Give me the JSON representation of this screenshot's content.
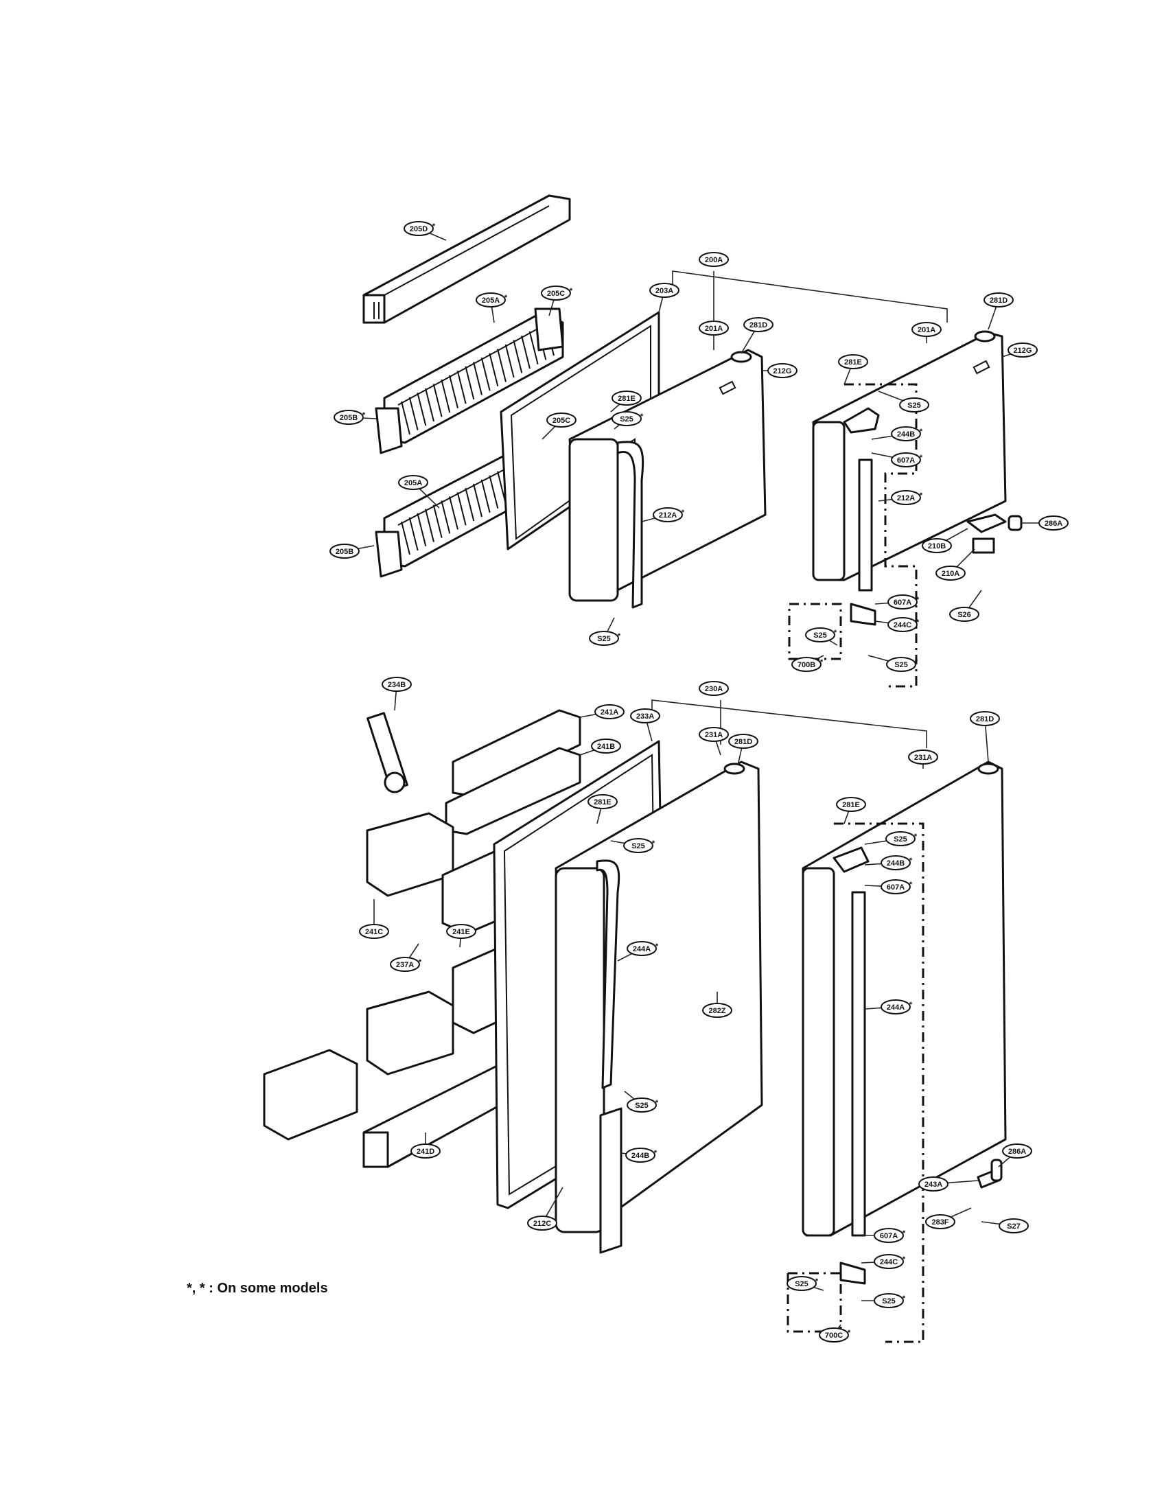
{
  "footnote": "*, * : On some models",
  "callouts": {
    "p205D": "205D",
    "p205A_1": "205A",
    "p205C_1": "205C",
    "p205B_1": "205B",
    "p205C_2": "205C",
    "p205A_2": "205A",
    "p205B_2": "205B",
    "p200A": "200A",
    "p203A": "203A",
    "p201A_1": "201A",
    "p281D_1": "281D",
    "p212G_1": "212G",
    "p281E_1": "281E",
    "pS25_1": "S25",
    "p212A_1": "212A",
    "pS25_2": "S25",
    "p201A_2": "201A",
    "p281D_2": "281D",
    "p212G_2": "212G",
    "p281E_2": "281E",
    "pS25_3": "S25",
    "p244B_1": "244B",
    "p607A_1": "607A",
    "p212A_2": "212A",
    "p210B": "210B",
    "p286A_1": "286A",
    "p210A": "210A",
    "pS26": "S26",
    "p607A_2": "607A",
    "p244C_1": "244C",
    "pS25_4": "S25",
    "p700B": "700B",
    "pS25_5": "S25",
    "p234B": "234B",
    "p241A": "241A",
    "p241B": "241B",
    "p230A": "230A",
    "p233A": "233A",
    "p231A_1": "231A",
    "p281D_3": "281D",
    "p231A_2": "231A",
    "p281D_4": "281D",
    "p281E_3": "281E",
    "pS25_6": "S25",
    "p241C": "241C",
    "p241E": "241E",
    "p237A": "237A",
    "p244A_1": "244A",
    "p282Z": "282Z",
    "p281E_4": "281E",
    "pS25_7": "S25",
    "p244B_2": "244B",
    "p607A_3": "607A",
    "p244A_2": "244A",
    "pS25_8": "S25",
    "p241D": "241D",
    "p244B_3": "244B",
    "p212C": "212C",
    "p286A_2": "286A",
    "p243A": "243A",
    "p283F": "283F",
    "pS27": "S27",
    "p607A_4": "607A",
    "p244C_2": "244C",
    "pS25_9": "S25",
    "pS25_10": "S25",
    "p700C": "700C"
  }
}
